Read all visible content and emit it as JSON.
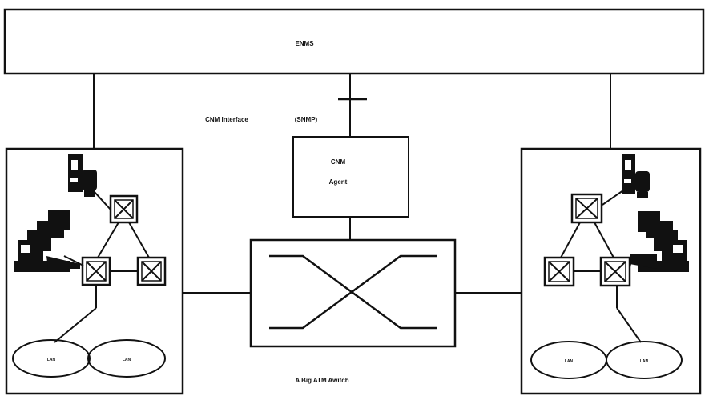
{
  "labels": {
    "enms": "ENMS",
    "cnm_interface": "CNM Interface",
    "snmp": "(SNMP)",
    "cnm_agent_line1": "CNM",
    "cnm_agent_line2": "Agent",
    "atm_switch": "A Big ATM Awitch",
    "lan": "LAN"
  },
  "colors": {
    "ink": "#111111",
    "background": "#ffffff"
  },
  "icons": {
    "workstation": "workstation-icon",
    "switch_node": "atm-switch-node-icon",
    "terminal_cluster": "terminal-cluster-icon",
    "lan": "lan-ellipse"
  }
}
